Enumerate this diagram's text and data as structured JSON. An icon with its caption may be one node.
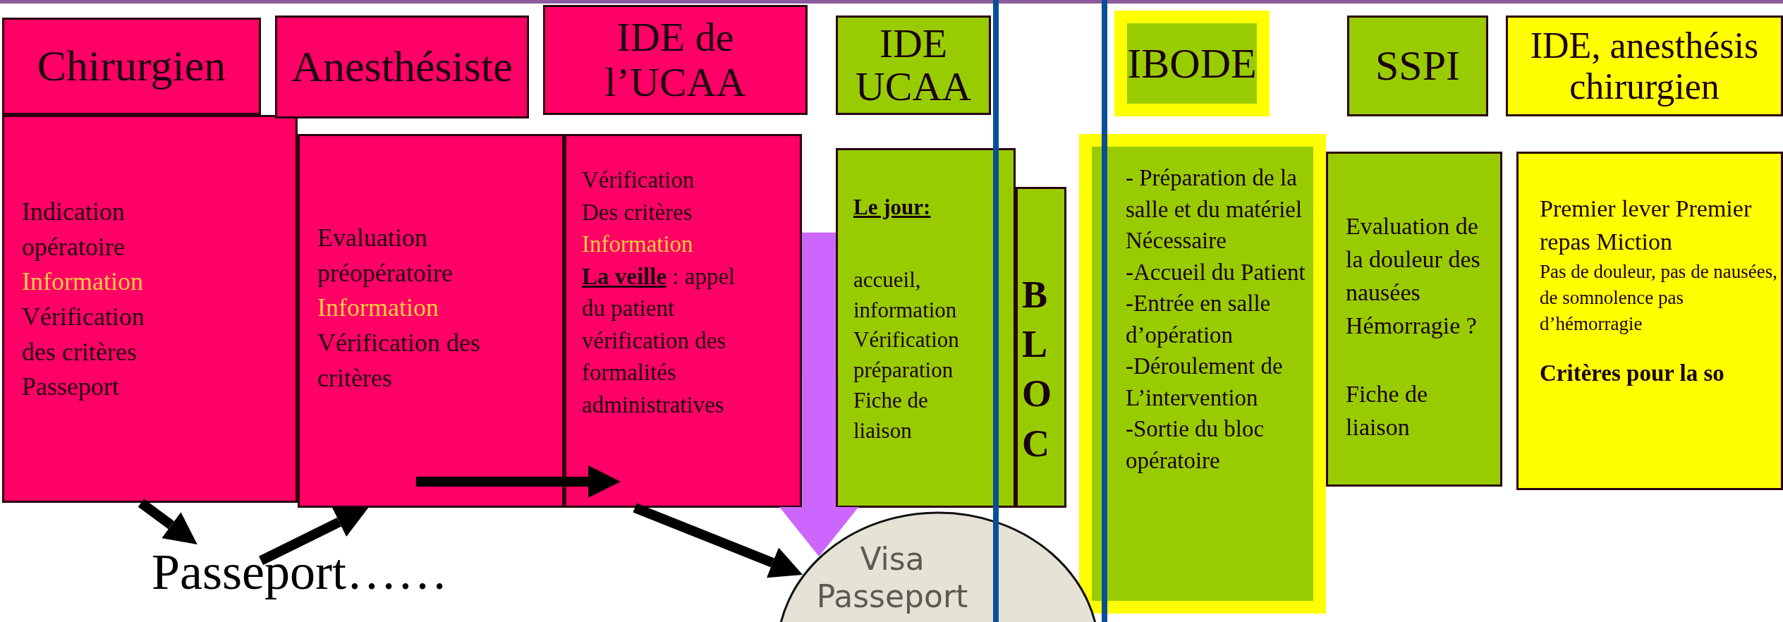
{
  "diagram": {
    "nodes": [
      {
        "text": [
          "Chirurgien"
        ]
      },
      {
        "text": [
          "Indication opératoire",
          "Information",
          "Vérification des critères Passeport"
        ]
      },
      {
        "text": [
          "Anesthésiste"
        ]
      },
      {
        "text": [
          "Evaluation préopératoire",
          "Information",
          "Vérification des critères"
        ]
      },
      {
        "text": [
          "IDE de l’UCAA"
        ]
      },
      {
        "text": [
          "Vérification",
          "Des critères",
          "Information",
          "**La veille** : appel",
          "du patient",
          "vérification des",
          "formalités",
          "administratives"
        ]
      },
      {
        "text": [
          "IDE UCAA"
        ]
      },
      {
        "text": [
          "Le jour:",
          "accueil, information Vérification préparation Fiche de liaison"
        ]
      },
      {
        "text": [
          "BLOC"
        ]
      },
      {
        "text": [
          "IBODE"
        ]
      },
      {
        "text": [
          "- Préparation de la salle et du matériel Nécessaire",
          "-Accueil du Patient",
          "-Entrée en salle d’opération",
          "-Déroulement de L’intervention",
          "-Sortie du bloc opératoire"
        ]
      },
      {
        "text": [
          "SSPI"
        ]
      },
      {
        "text": [
          "Evaluation de la douleur des nausées Hémorragie ?",
          "Fiche de liaison"
        ]
      },
      {
        "text": [
          "IDE, anesthésis chirurgien"
        ]
      },
      {
        "text": [
          "Premier lever Premier repas Miction",
          "Pas de douleur, pas de nausées, de somnolence pas d’hémorragie",
          "Critères pour la so"
        ]
      },
      {
        "text": [
          "Passeport……"
        ]
      },
      {
        "text": [
          "Visa Passeport"
        ]
      }
    ],
    "edges": [
      {
        "from": 1,
        "to": 15,
        "arrow": "to"
      },
      {
        "from": 15,
        "to": 3,
        "arrow": "to"
      },
      {
        "from": 3,
        "to": 5,
        "arrow": "to"
      },
      {
        "from": 5,
        "to": 16,
        "arrow": "to"
      },
      {
        "from": 7,
        "to": 16,
        "arrow": "to",
        "style": "thick",
        "color": "#cc66ff"
      }
    ]
  }
}
